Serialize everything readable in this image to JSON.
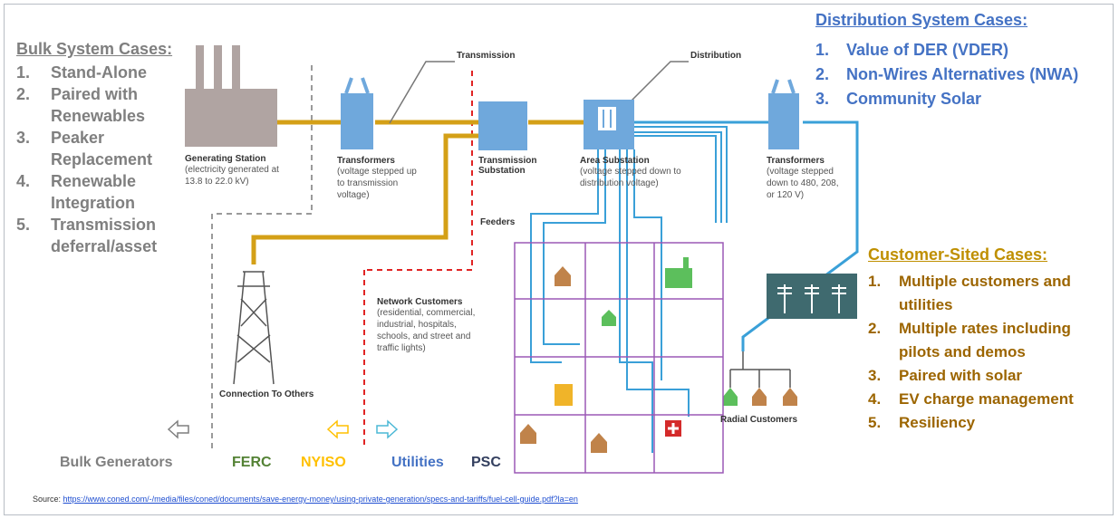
{
  "bulk": {
    "title": "Bulk System Cases:",
    "items": [
      {
        "num": "1.",
        "lines": [
          "Stand-Alone"
        ]
      },
      {
        "num": "2.",
        "lines": [
          "Paired with",
          "Renewables"
        ]
      },
      {
        "num": "3.",
        "lines": [
          "Peaker",
          "Replacement"
        ]
      },
      {
        "num": "4.",
        "lines": [
          "Renewable",
          "Integration"
        ]
      },
      {
        "num": "5.",
        "lines": [
          "Transmission",
          "deferral/asset"
        ]
      }
    ]
  },
  "distribution_cases": {
    "title": "Distribution System Cases:",
    "items": [
      {
        "num": "1.",
        "text": "Value of DER (VDER)"
      },
      {
        "num": "2.",
        "text": "Non-Wires Alternatives (NWA)"
      },
      {
        "num": "3.",
        "text": "Community Solar"
      }
    ]
  },
  "customer_cases": {
    "title": "Customer-Sited Cases:",
    "items": [
      {
        "num": "1.",
        "lines": [
          "Multiple customers and",
          "utilities"
        ]
      },
      {
        "num": "2.",
        "lines": [
          "Multiple rates including",
          "pilots and demos"
        ]
      },
      {
        "num": "3.",
        "lines": [
          "Paired with solar"
        ]
      },
      {
        "num": "4.",
        "lines": [
          "EV charge management"
        ]
      },
      {
        "num": "5.",
        "lines": [
          "Resiliency"
        ]
      }
    ]
  },
  "diagram": {
    "transmission_label": "Transmission",
    "distribution_label": "Distribution",
    "generating_station": {
      "title": "Generating Station",
      "desc": [
        "(electricity generated at",
        "13.8 to 22.0 kV)"
      ]
    },
    "transformers_up": {
      "title": "Transformers",
      "desc": [
        "(voltage stepped up",
        "to transmission",
        "voltage)"
      ]
    },
    "transmission_substation": {
      "title": [
        "Transmission",
        "Substation"
      ]
    },
    "area_substation": {
      "title": "Area Substation",
      "desc": [
        "(voltage stepped down to",
        "distribution voltage)"
      ]
    },
    "transformers_down": {
      "title": "Transformers",
      "desc": [
        "(voltage stepped",
        "down to 480, 208,",
        "or 120 V)"
      ]
    },
    "feeders": "Feeders",
    "network_customers": {
      "title": "Network Customers",
      "desc": [
        "(residential, commercial,",
        "industrial, hospitals,",
        "schools, and street and",
        "traffic lights)"
      ]
    },
    "connection": "Connection To Others",
    "radial_customers": "Radial Customers"
  },
  "bottom": {
    "bulk_generators": "Bulk Generators",
    "ferc": "FERC",
    "nyiso": "NYISO",
    "utilities": "Utilities",
    "psc": "PSC"
  },
  "source": {
    "label": "Source:",
    "url": "https://www.coned.com/-/media/files/coned/documents/save-energy-money/using-private-generation/specs-and-tariffs/fuel-cell-guide.pdf?la=en"
  },
  "colors": {
    "bulk": "#7f7f7f",
    "distribution": "#4472c4",
    "customer": "#9c6500",
    "transmission_line": "#d4a017",
    "distribution_line": "#3aa0d8",
    "grid": "#9b59b6",
    "ferc": "#548235",
    "nyiso": "#ffc000"
  }
}
